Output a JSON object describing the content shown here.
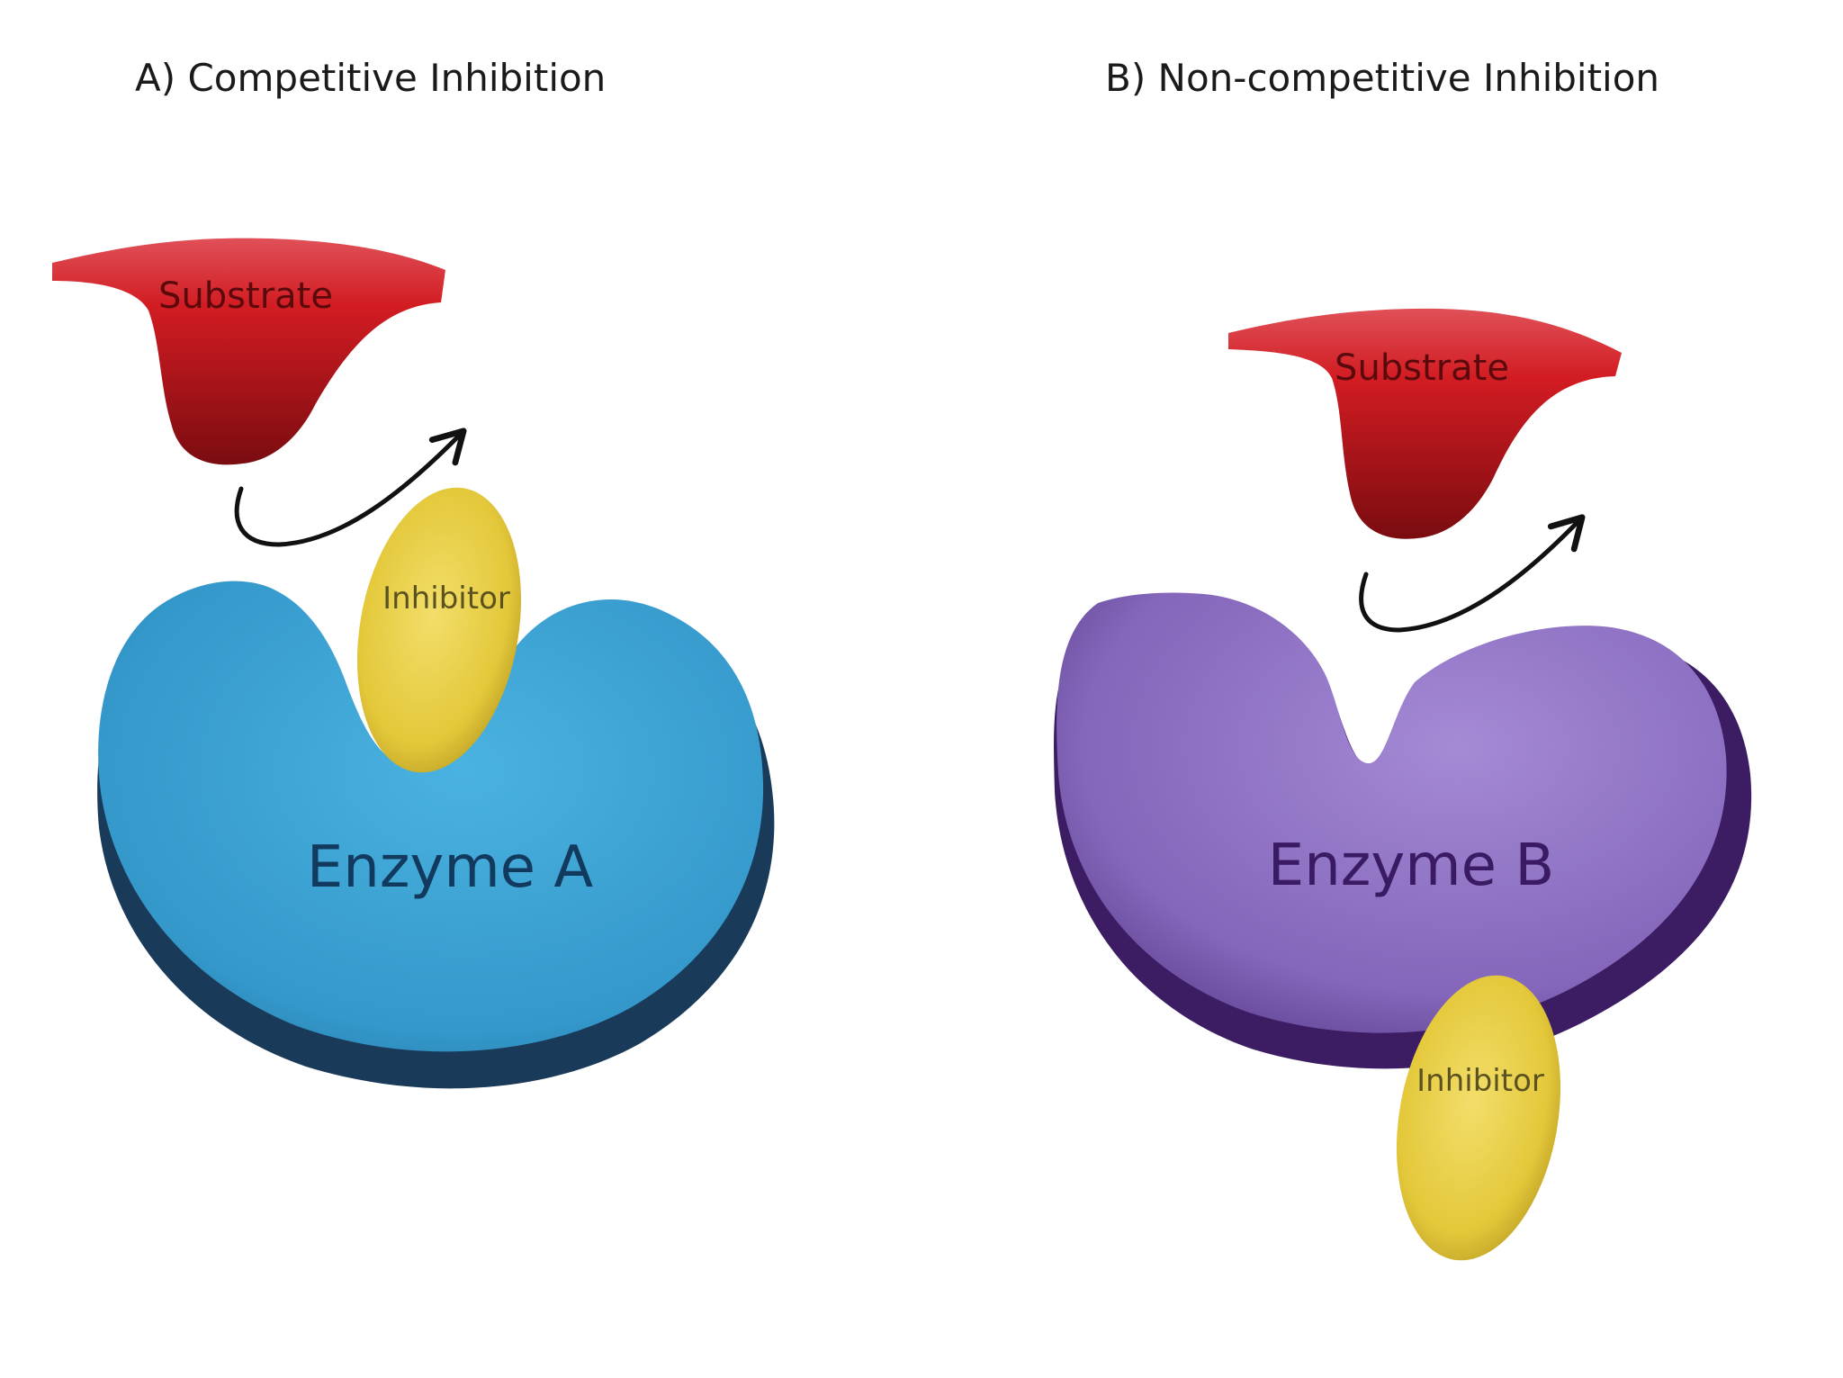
{
  "panels": {
    "a": {
      "title": "A) Competitive Inhibition",
      "substrate_label": "Substrate",
      "inhibitor_label": "Inhibitor",
      "enzyme_label": "Enzyme A"
    },
    "b": {
      "title": "B) Non-competitive Inhibition",
      "substrate_label": "Substrate",
      "inhibitor_label": "Inhibitor",
      "enzyme_label": "Enzyme B"
    }
  },
  "colors": {
    "substrate": "#c8161c",
    "substrate_label": "#5a0a0c",
    "inhibitor": "#e6cc3c",
    "inhibitor_label": "#5c5220",
    "enzyme_a": "#3a9fd0",
    "enzyme_a_edge": "#17334e",
    "enzyme_a_label": "#123a5e",
    "enzyme_b": "#8a6cbe",
    "enzyme_b_edge": "#3c1c63",
    "enzyme_b_label": "#3a1a63",
    "arrow": "#111111"
  }
}
